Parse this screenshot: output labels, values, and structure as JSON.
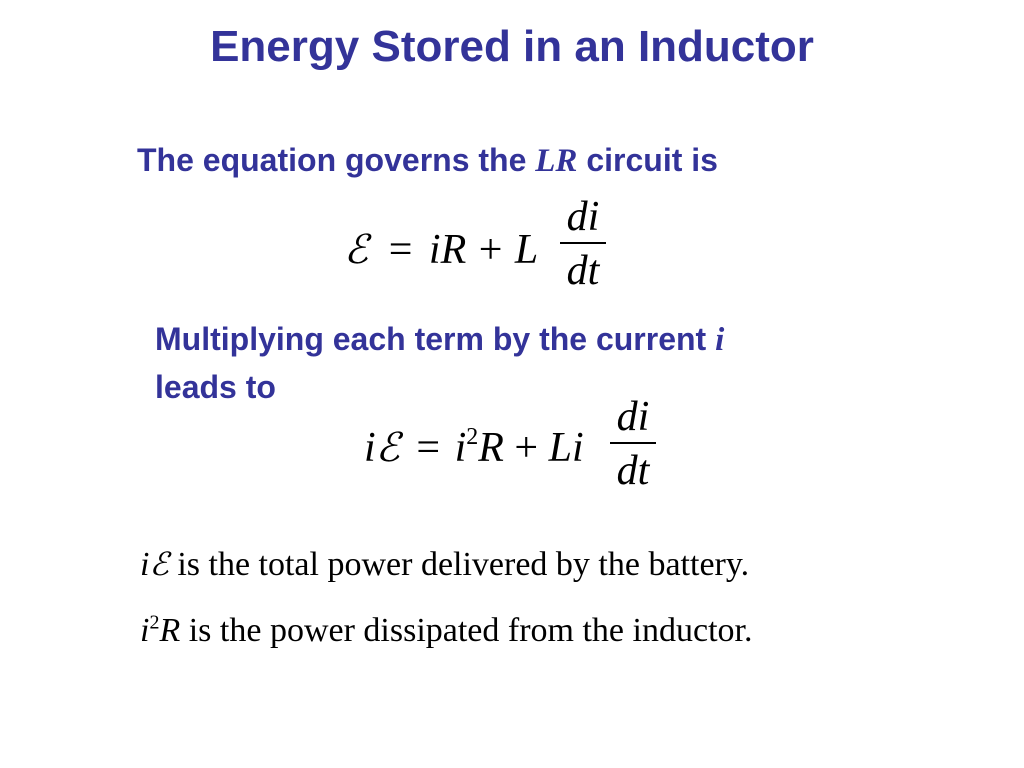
{
  "slide": {
    "title": "Energy Stored in an Inductor",
    "intro_text": "The equation governs the",
    "intro_var": "LR",
    "intro_tail": "circuit is",
    "multiply_text": "Multiplying each term by the current",
    "multiply_var": "i",
    "leads_to": "leads to"
  },
  "equation1": {
    "emf": "ℰ",
    "equals": "=",
    "i": "i",
    "R": "R",
    "plus": "+",
    "L": "L",
    "frac_num": "di",
    "frac_den": "dt"
  },
  "equation2": {
    "i": "i",
    "emf": "ℰ",
    "equals": "=",
    "i_sq": "i",
    "exp": "2",
    "R": "R",
    "plus": "+",
    "Li": "Li",
    "frac_num": "di",
    "frac_den": "dt"
  },
  "statements": {
    "s1_var": "i",
    "s1_emf": "ℰ",
    "s1_text": "is the total power delivered by the battery.",
    "s2_var": "i",
    "s2_exp": "2",
    "s2_R": "R",
    "s2_text": "is the power dissipated from the inductor."
  }
}
